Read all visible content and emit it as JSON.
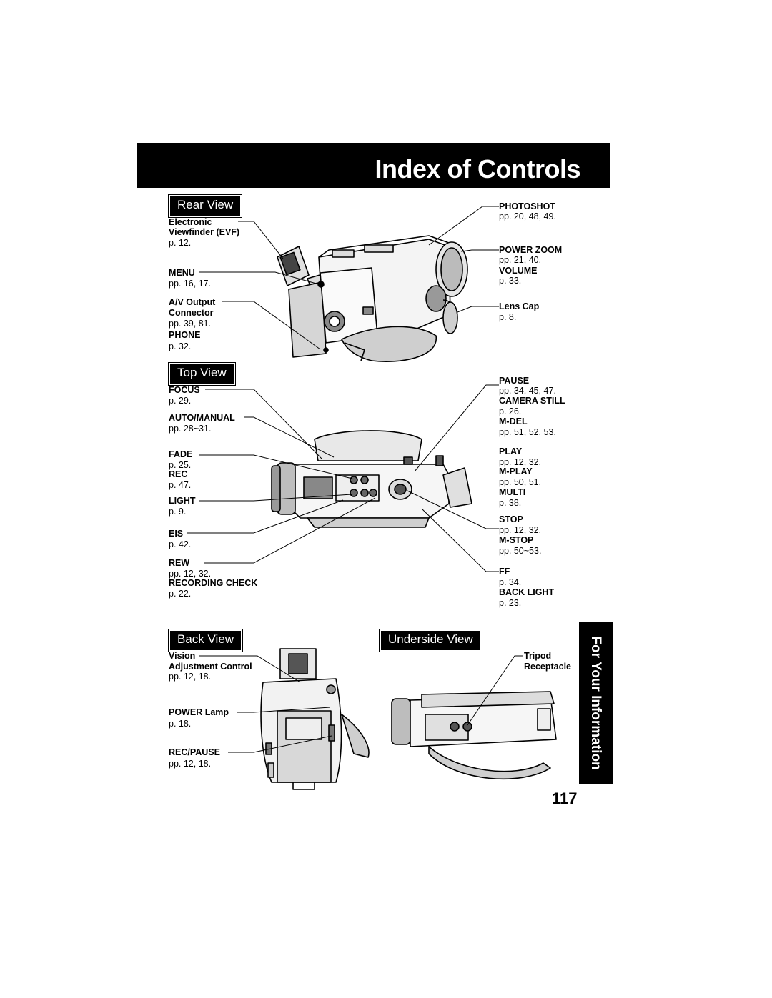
{
  "header": {
    "title": "Index of Controls"
  },
  "sections": {
    "rear": "Rear View",
    "top": "Top View",
    "back": "Back View",
    "underside": "Underside View"
  },
  "rear_labels": {
    "evf_1": "Electronic",
    "evf_2": "Viewfinder (EVF)",
    "evf_p": "p. 12.",
    "menu": "MENU",
    "menu_p": "pp. 16, 17.",
    "av_1": "A/V Output",
    "av_2": "Connector",
    "av_p": "pp. 39, 81.",
    "phone": "PHONE",
    "phone_p": "p. 32.",
    "photoshot": "PHOTOSHOT",
    "photoshot_p": "pp. 20, 48, 49.",
    "zoom": "POWER ZOOM",
    "zoom_p": "pp. 21, 40.",
    "volume": "VOLUME",
    "volume_p": "p. 33.",
    "lenscap": "Lens Cap",
    "lenscap_p": "p. 8."
  },
  "top_labels": {
    "focus": "FOCUS",
    "focus_p": "p. 29.",
    "automanual": "AUTO/MANUAL",
    "automanual_p": "pp. 28~31.",
    "fade": "FADE",
    "fade_p": "p. 25.",
    "rec": "REC",
    "rec_p": "p. 47.",
    "light": "LIGHT",
    "light_p": "p. 9.",
    "eis": "EIS",
    "eis_p": "p. 42.",
    "rew": "REW",
    "rew_p": "pp. 12, 32.",
    "reccheck": "RECORDING CHECK",
    "reccheck_p": "p. 22.",
    "pause": "PAUSE",
    "pause_p": "pp. 34, 45, 47.",
    "camstill": "CAMERA STILL",
    "camstill_p": "p. 26.",
    "mdel": "M-DEL",
    "mdel_p": "pp. 51, 52, 53.",
    "play": "PLAY",
    "play_p": "pp. 12, 32.",
    "mplay": "M-PLAY",
    "mplay_p": "pp. 50, 51.",
    "multi": "MULTI",
    "multi_p": "p. 38.",
    "stop": "STOP",
    "stop_p": "pp. 12, 32.",
    "mstop": "M-STOP",
    "mstop_p": "pp. 50~53.",
    "ff": "FF",
    "ff_p": "p. 34.",
    "backlight": "BACK LIGHT",
    "backlight_p": "p. 23."
  },
  "back_labels": {
    "vision_1": "Vision",
    "vision_2": "Adjustment Control",
    "vision_p": "pp. 12, 18.",
    "power": "POWER Lamp",
    "power_p": "p. 18.",
    "recpause": "REC/PAUSE",
    "recpause_p": "pp. 12, 18."
  },
  "underside_labels": {
    "tripod_1": "Tripod",
    "tripod_2": "Receptacle"
  },
  "side_tab": "For Your Information",
  "page_number": "117"
}
